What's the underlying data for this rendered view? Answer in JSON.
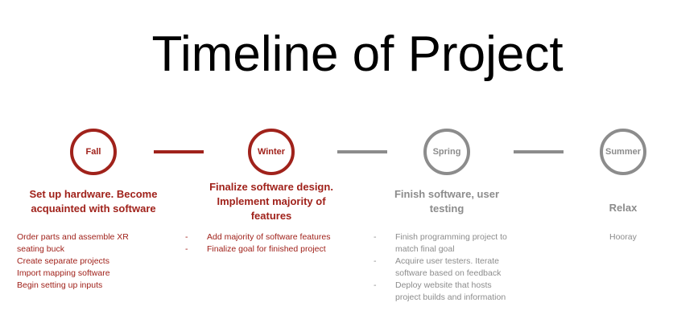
{
  "title": "Timeline of Project",
  "colors": {
    "active": "#a0221b",
    "inactive": "#8c8c8c"
  },
  "phases": [
    {
      "season": "Fall",
      "heading": "Set up hardware. Become acquainted with software",
      "items": [
        "Order parts and assemble XR seating buck",
        "Create separate projects",
        "Import mapping software",
        "Begin setting up inputs"
      ]
    },
    {
      "season": "Winter",
      "heading": "Finalize software design. Implement majority of features",
      "items": [
        "Add majority of software features",
        "Finalize goal for finished project"
      ]
    },
    {
      "season": "Spring",
      "heading": "Finish software, user testing",
      "items": [
        "Finish programming project to match final goal",
        "Acquire user testers. Iterate software based on feedback",
        "Deploy website that hosts project builds and information"
      ]
    },
    {
      "season": "Summer",
      "heading": "Relax",
      "items": [
        "Hooray"
      ]
    }
  ]
}
